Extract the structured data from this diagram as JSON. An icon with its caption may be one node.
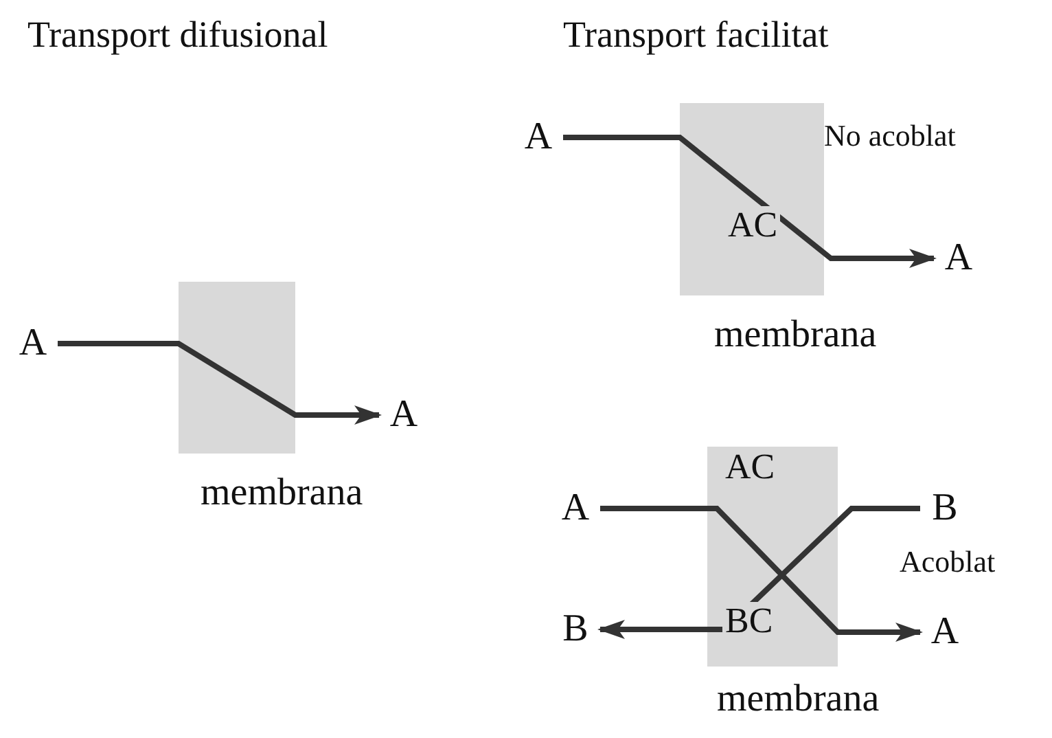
{
  "diagram": {
    "nodes": [
      {
        "text": [
          "A"
        ]
      },
      {
        "text": [
          "A"
        ]
      },
      {
        "text": [
          "A"
        ]
      },
      {
        "text": [
          "A"
        ]
      },
      {
        "text": [
          "A"
        ]
      },
      {
        "text": [
          "B"
        ]
      },
      {
        "text": [
          "B"
        ]
      },
      {
        "text": [
          "A"
        ]
      }
    ],
    "edges": [
      {
        "from": 0,
        "to": 1,
        "arrow": "to"
      },
      {
        "from": 2,
        "to": 3,
        "arrow": "to",
        "label": "AC"
      },
      {
        "from": 4,
        "to": 7,
        "arrow": "to",
        "label": "AC"
      },
      {
        "from": 5,
        "to": 6,
        "arrow": "to",
        "label": "BC"
      }
    ],
    "labels": [
      "Transport difusional",
      "Transport facilitat",
      "No acoblat",
      "membrana",
      "membrana",
      "Acoblat",
      "membrana"
    ]
  }
}
